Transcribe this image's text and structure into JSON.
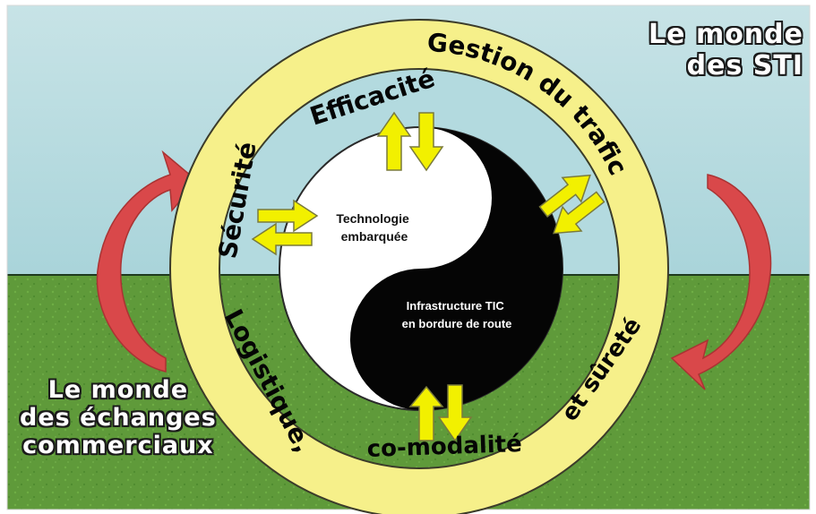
{
  "colors": {
    "sky": "#b8dce0",
    "sky_band": "#cfe6e8",
    "grass": "#5f9a3a",
    "grass_dark": "#4d8a2e",
    "horizon": "#1e3a1e",
    "ring": "#f6f08a",
    "ring_edge": "#3b3b2a",
    "yin": "#ffffff",
    "yang": "#050505",
    "arrow_fill": "#f2f000",
    "arrow_edge": "#7a7a3c",
    "curved_arrow": "#d9484a"
  },
  "titles": {
    "sti": [
      "Le monde",
      "des STI"
    ],
    "commerce": [
      "Le monde",
      "des échanges",
      "commerciaux"
    ]
  },
  "ring_labels": {
    "efficacite": "Efficacité",
    "gestion": "Gestion du trafic",
    "securite": "Sécurité",
    "logistique": "Logistique,",
    "comodalite": "co-modalité",
    "surete": "et sûreté"
  },
  "center_labels": {
    "technologie": [
      "Technologie",
      "embarquée"
    ],
    "infrastructure": [
      "Infrastructure TIC",
      "en bordure de route"
    ]
  },
  "icons": {
    "exchange_arrows": "double-arrow-icon",
    "curved_arrows": "curved-arrow-icon"
  }
}
